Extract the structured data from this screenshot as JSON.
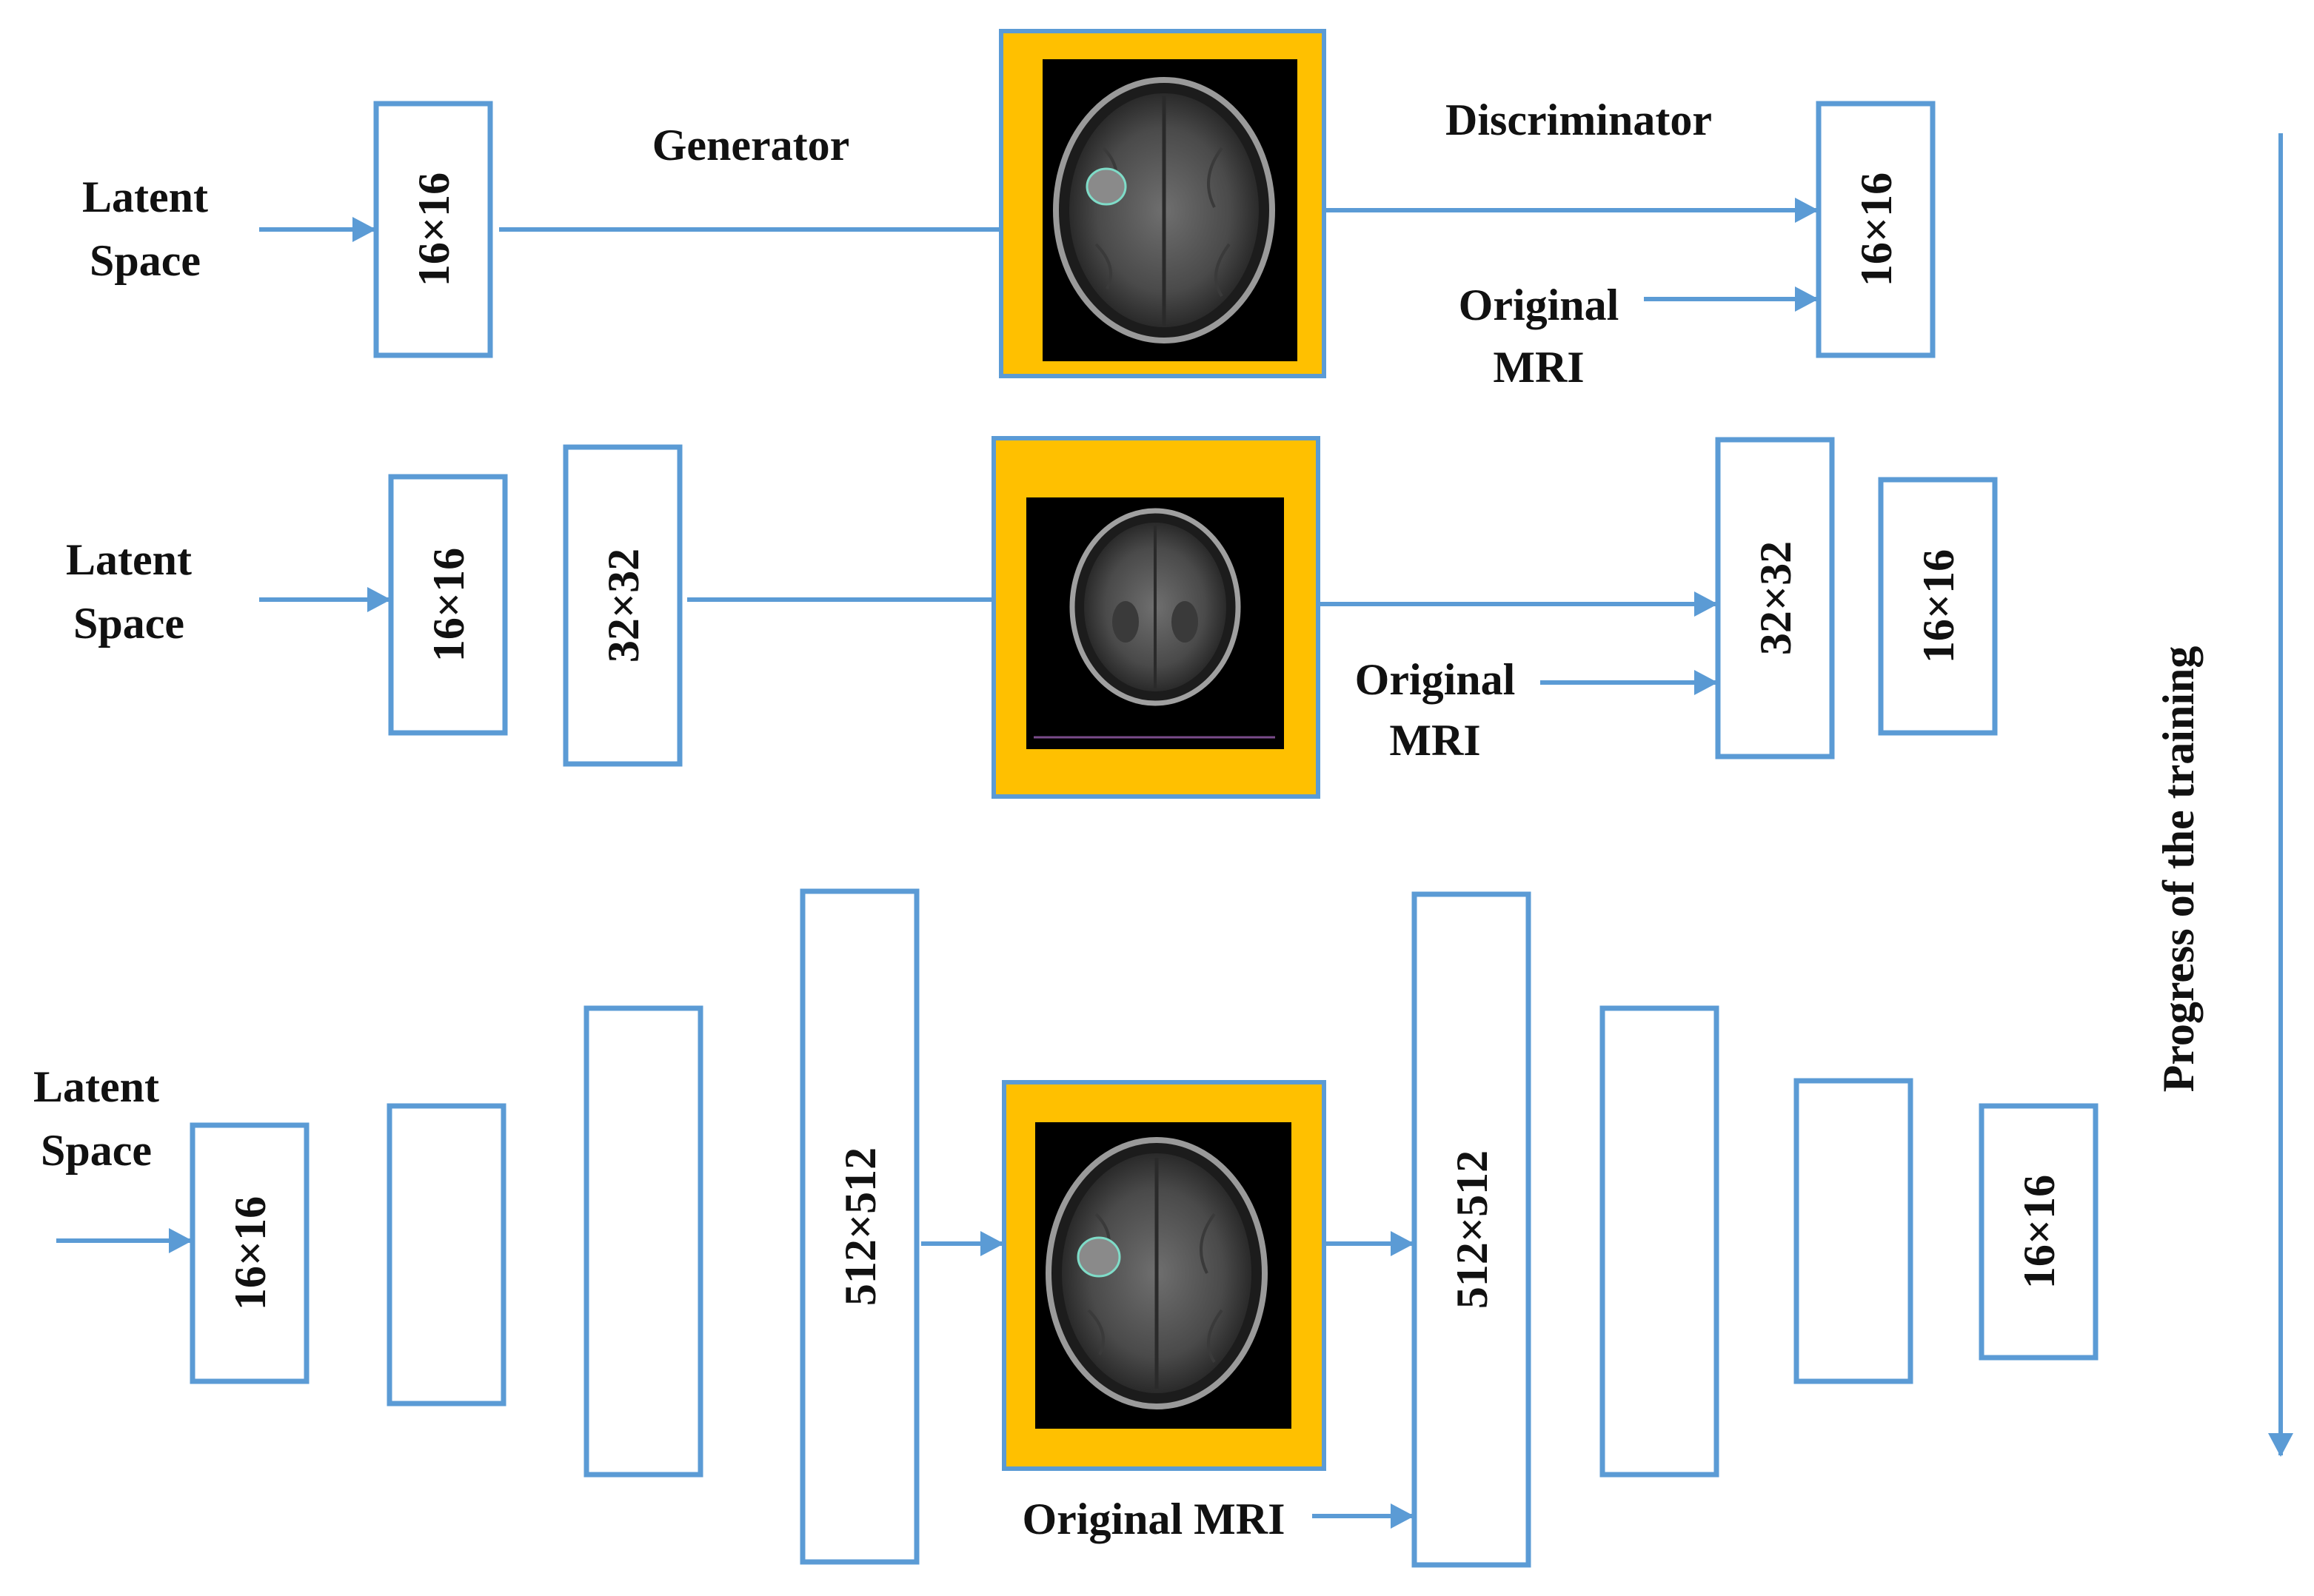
{
  "colors": {
    "line": "#5b9bd5",
    "frame": "#ffc000",
    "frame_border": "#5b9bd5",
    "scan_bg": "#000000",
    "text": "#111111"
  },
  "labels": {
    "latent": "Latent",
    "space": "Space",
    "generator": "Generator",
    "discriminator": "Discriminator",
    "original": "Original",
    "mri": "MRI",
    "original_mri": "Original MRI",
    "progress": "Progress of the training"
  },
  "blocks": {
    "res16": "16×16",
    "res32": "32×32",
    "res512": "512×512"
  },
  "images": {
    "scan_top": "mri-axial-slice-with-tumor-outline",
    "scan_mid": "mri-axial-slice-low-resolution",
    "scan_bottom": "mri-axial-slice-with-tumor-outline"
  }
}
